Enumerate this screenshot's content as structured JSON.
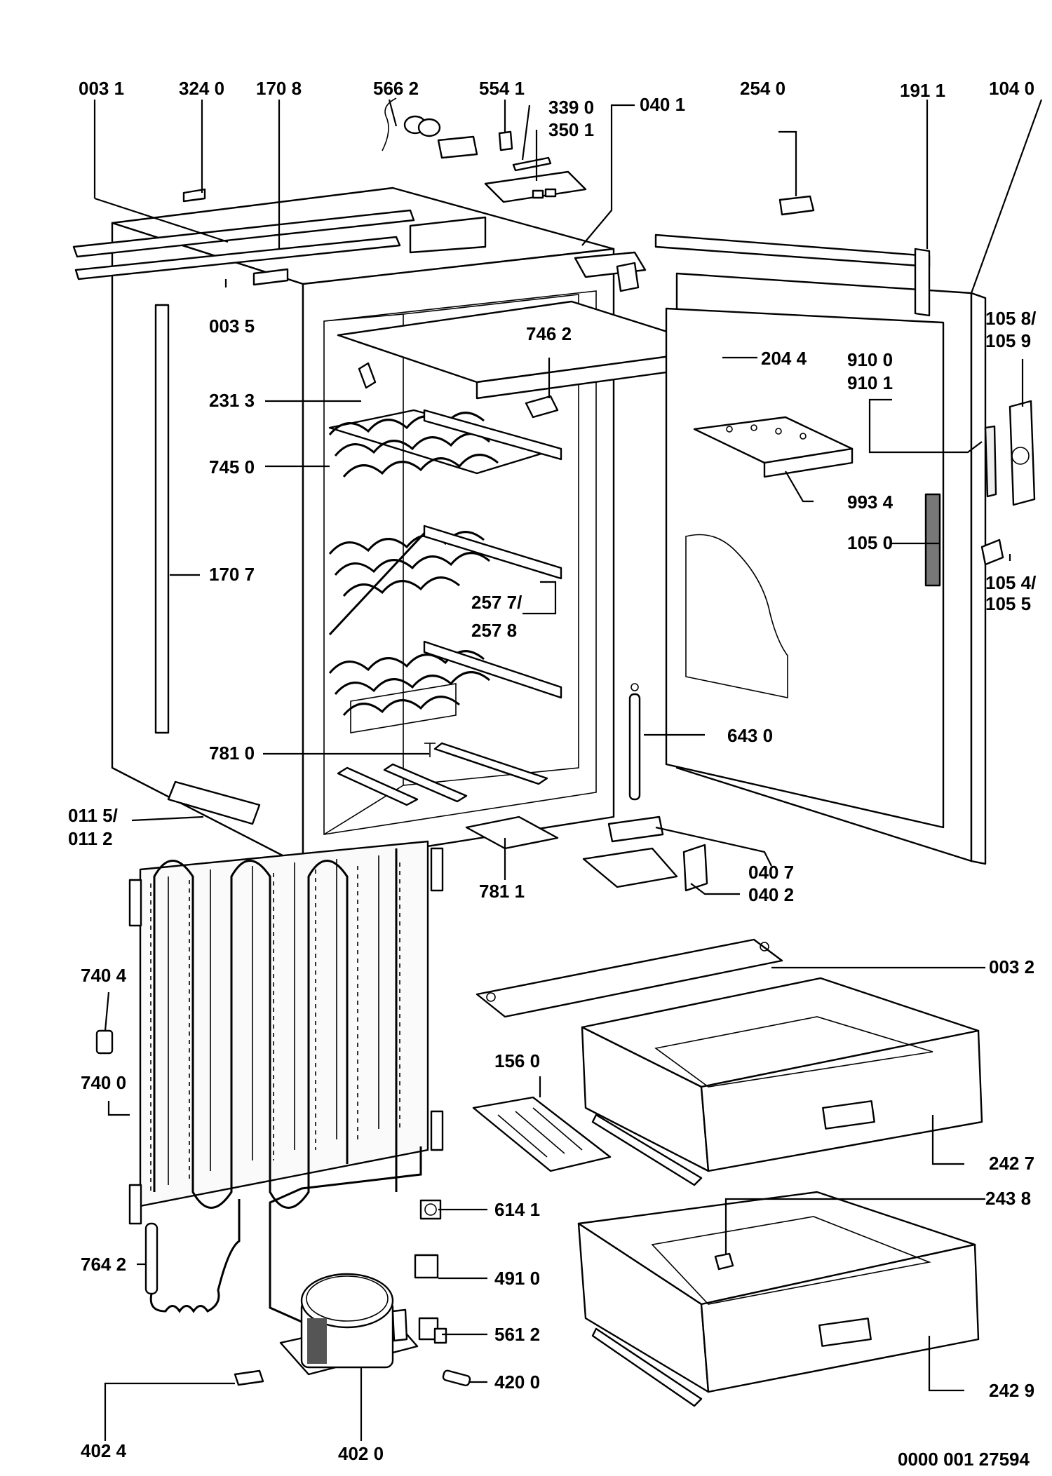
{
  "diagram": {
    "labels": {
      "l_0031": "003 1",
      "l_3240": "324 0",
      "l_1708": "170 8",
      "l_5662": "566 2",
      "l_5541": "554 1",
      "l_3390": "339 0",
      "l_3501": "350 1",
      "l_0401": "040 1",
      "l_2540": "254 0",
      "l_1911": "191 1",
      "l_1040": "104 0",
      "l_0035": "003 5",
      "l_7462": "746 2",
      "l_2044": "204 4",
      "l_9100": "910 0",
      "l_9101": "910 1",
      "l_1058": "105 8/",
      "l_1059": "105 9",
      "l_2313": "231 3",
      "l_7450": "745 0",
      "l_9934": "993 4",
      "l_1050": "105 0",
      "l_1707": "170 7",
      "l_2577": "257 7/",
      "l_2578": "257 8",
      "l_1054": "105 4/",
      "l_1055": "105 5",
      "l_6430": "643 0",
      "l_7810": "781 0",
      "l_0115": "011 5/",
      "l_0112": "011 2",
      "l_0407": "040 7",
      "l_0402": "040 2",
      "l_7811": "781 1",
      "l_0032": "003 2",
      "l_7404": "740 4",
      "l_1560": "156 0",
      "l_7400": "740 0",
      "l_2427": "242 7",
      "l_6141": "614 1",
      "l_2438": "243 8",
      "l_7642": "764 2",
      "l_4910": "491 0",
      "l_5612": "561 2",
      "l_4200": "420 0",
      "l_2429": "242 9",
      "l_4024": "402 4",
      "l_4020": "402 0",
      "l_ref": "0000 001 27594"
    }
  }
}
